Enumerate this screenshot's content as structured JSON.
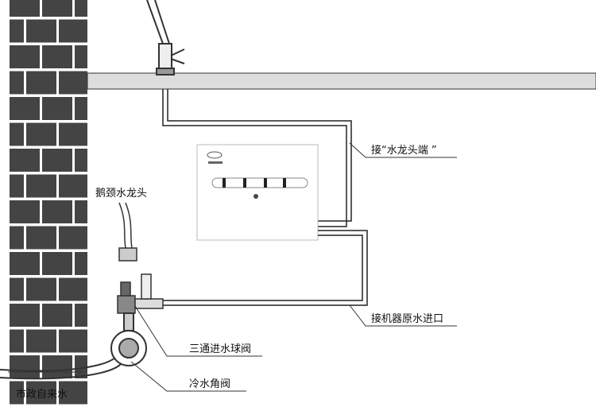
{
  "labels": {
    "faucet_end": "接“水龙头端 ”",
    "gooseneck_faucet": "鹅颈水龙头",
    "machine_inlet": "接机器原水进口",
    "tee_ball_valve": "三通进水球阀",
    "cold_angle_valve": "冷水角阀",
    "municipal_water": "市政自来水"
  },
  "colors": {
    "line": "#222222",
    "brick": "#444444",
    "mortar": "#ffffff"
  }
}
